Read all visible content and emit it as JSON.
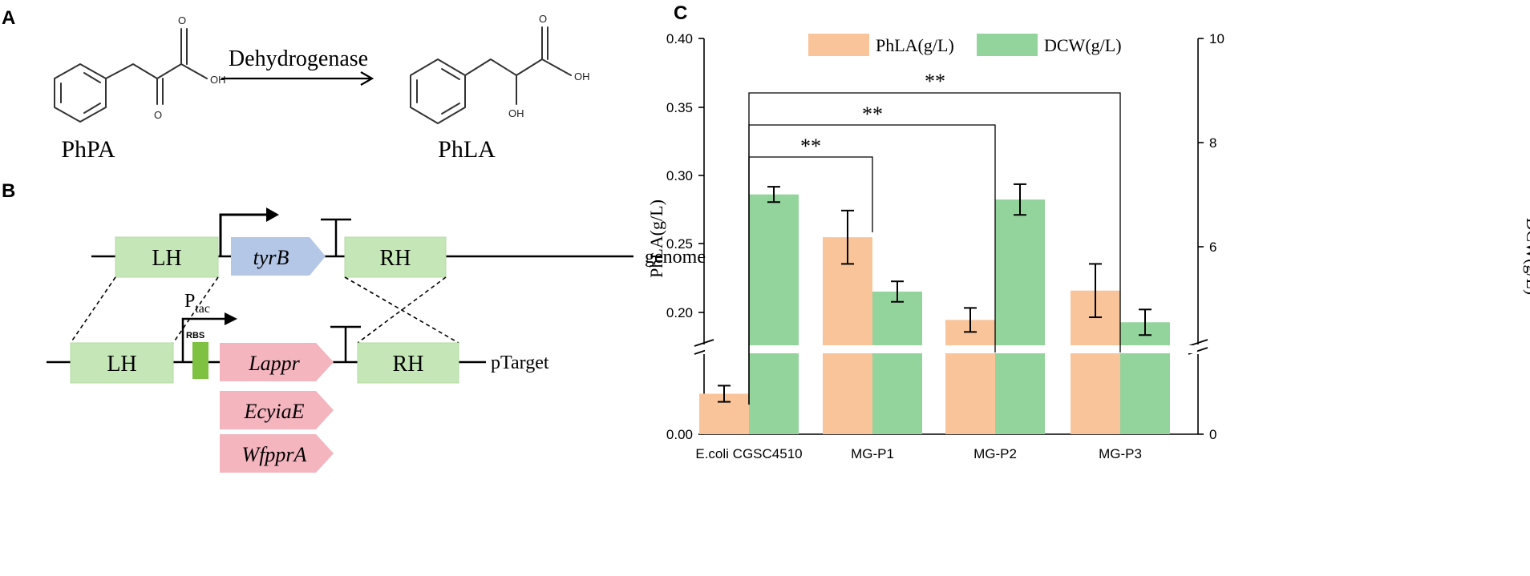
{
  "panels": {
    "a": {
      "letter": "A",
      "substrate_name": "PhPA",
      "product_name": "PhLA",
      "enzyme": "Dehydrogenase",
      "atom_labels": {
        "oh": "OH",
        "o": "O"
      }
    },
    "b": {
      "letter": "B",
      "left_homology": "LH",
      "right_homology": "RH",
      "genome_gene": "tyrB",
      "genome_label": "genome",
      "plasmid_label": "pTarget",
      "promoter_main": "P",
      "promoter_sub": "tac",
      "rbs_label": "RBS",
      "inserted_genes": [
        "Lappr",
        "EcyiaE",
        "WfpprA"
      ],
      "colors": {
        "homology": "#c5e6b6",
        "tyrB": "#b4c7e7",
        "genes": "#f4b5bf",
        "rbs": "#7fc241"
      }
    },
    "c": {
      "letter": "C",
      "significance": "**"
    }
  },
  "chart_data": {
    "type": "bar",
    "categories": [
      "E.coli CGSC4510",
      "MG-P1",
      "MG-P2",
      "MG-P3"
    ],
    "series": [
      {
        "name": "PhLA(g/L)",
        "axis": "left",
        "color": "#f9c49a",
        "values": [
          0.01,
          0.251,
          0.189,
          0.211
        ],
        "errors": [
          0.002,
          0.02,
          0.009,
          0.02
        ]
      },
      {
        "name": "DCW(g/L)",
        "axis": "right",
        "color": "#93d39c",
        "values": [
          6.95,
          5.05,
          6.85,
          4.45
        ],
        "errors": [
          0.15,
          0.2,
          0.3,
          0.25
        ]
      }
    ],
    "left_axis": {
      "label": "PhLA(g/L)",
      "lower_range": [
        0,
        0.02
      ],
      "upper_range": [
        0.17,
        0.4
      ],
      "ticks": [
        "0.00",
        "0.20",
        "0.25",
        "0.30",
        "0.35",
        "0.40"
      ]
    },
    "right_axis": {
      "label": "DCW(g/L)",
      "lower_range": [
        0,
        4.0
      ],
      "upper_range": [
        4.0,
        10.0
      ],
      "ticks": [
        "0",
        "6",
        "8",
        "10"
      ]
    },
    "axis_break": true,
    "legend_position": "top",
    "grid": false,
    "significance": [
      {
        "from": "E.coli CGSC4510",
        "to": "MG-P1",
        "label": "**"
      },
      {
        "from": "E.coli CGSC4510",
        "to": "MG-P2",
        "label": "**"
      },
      {
        "from": "E.coli CGSC4510",
        "to": "MG-P3",
        "label": "**"
      }
    ]
  }
}
